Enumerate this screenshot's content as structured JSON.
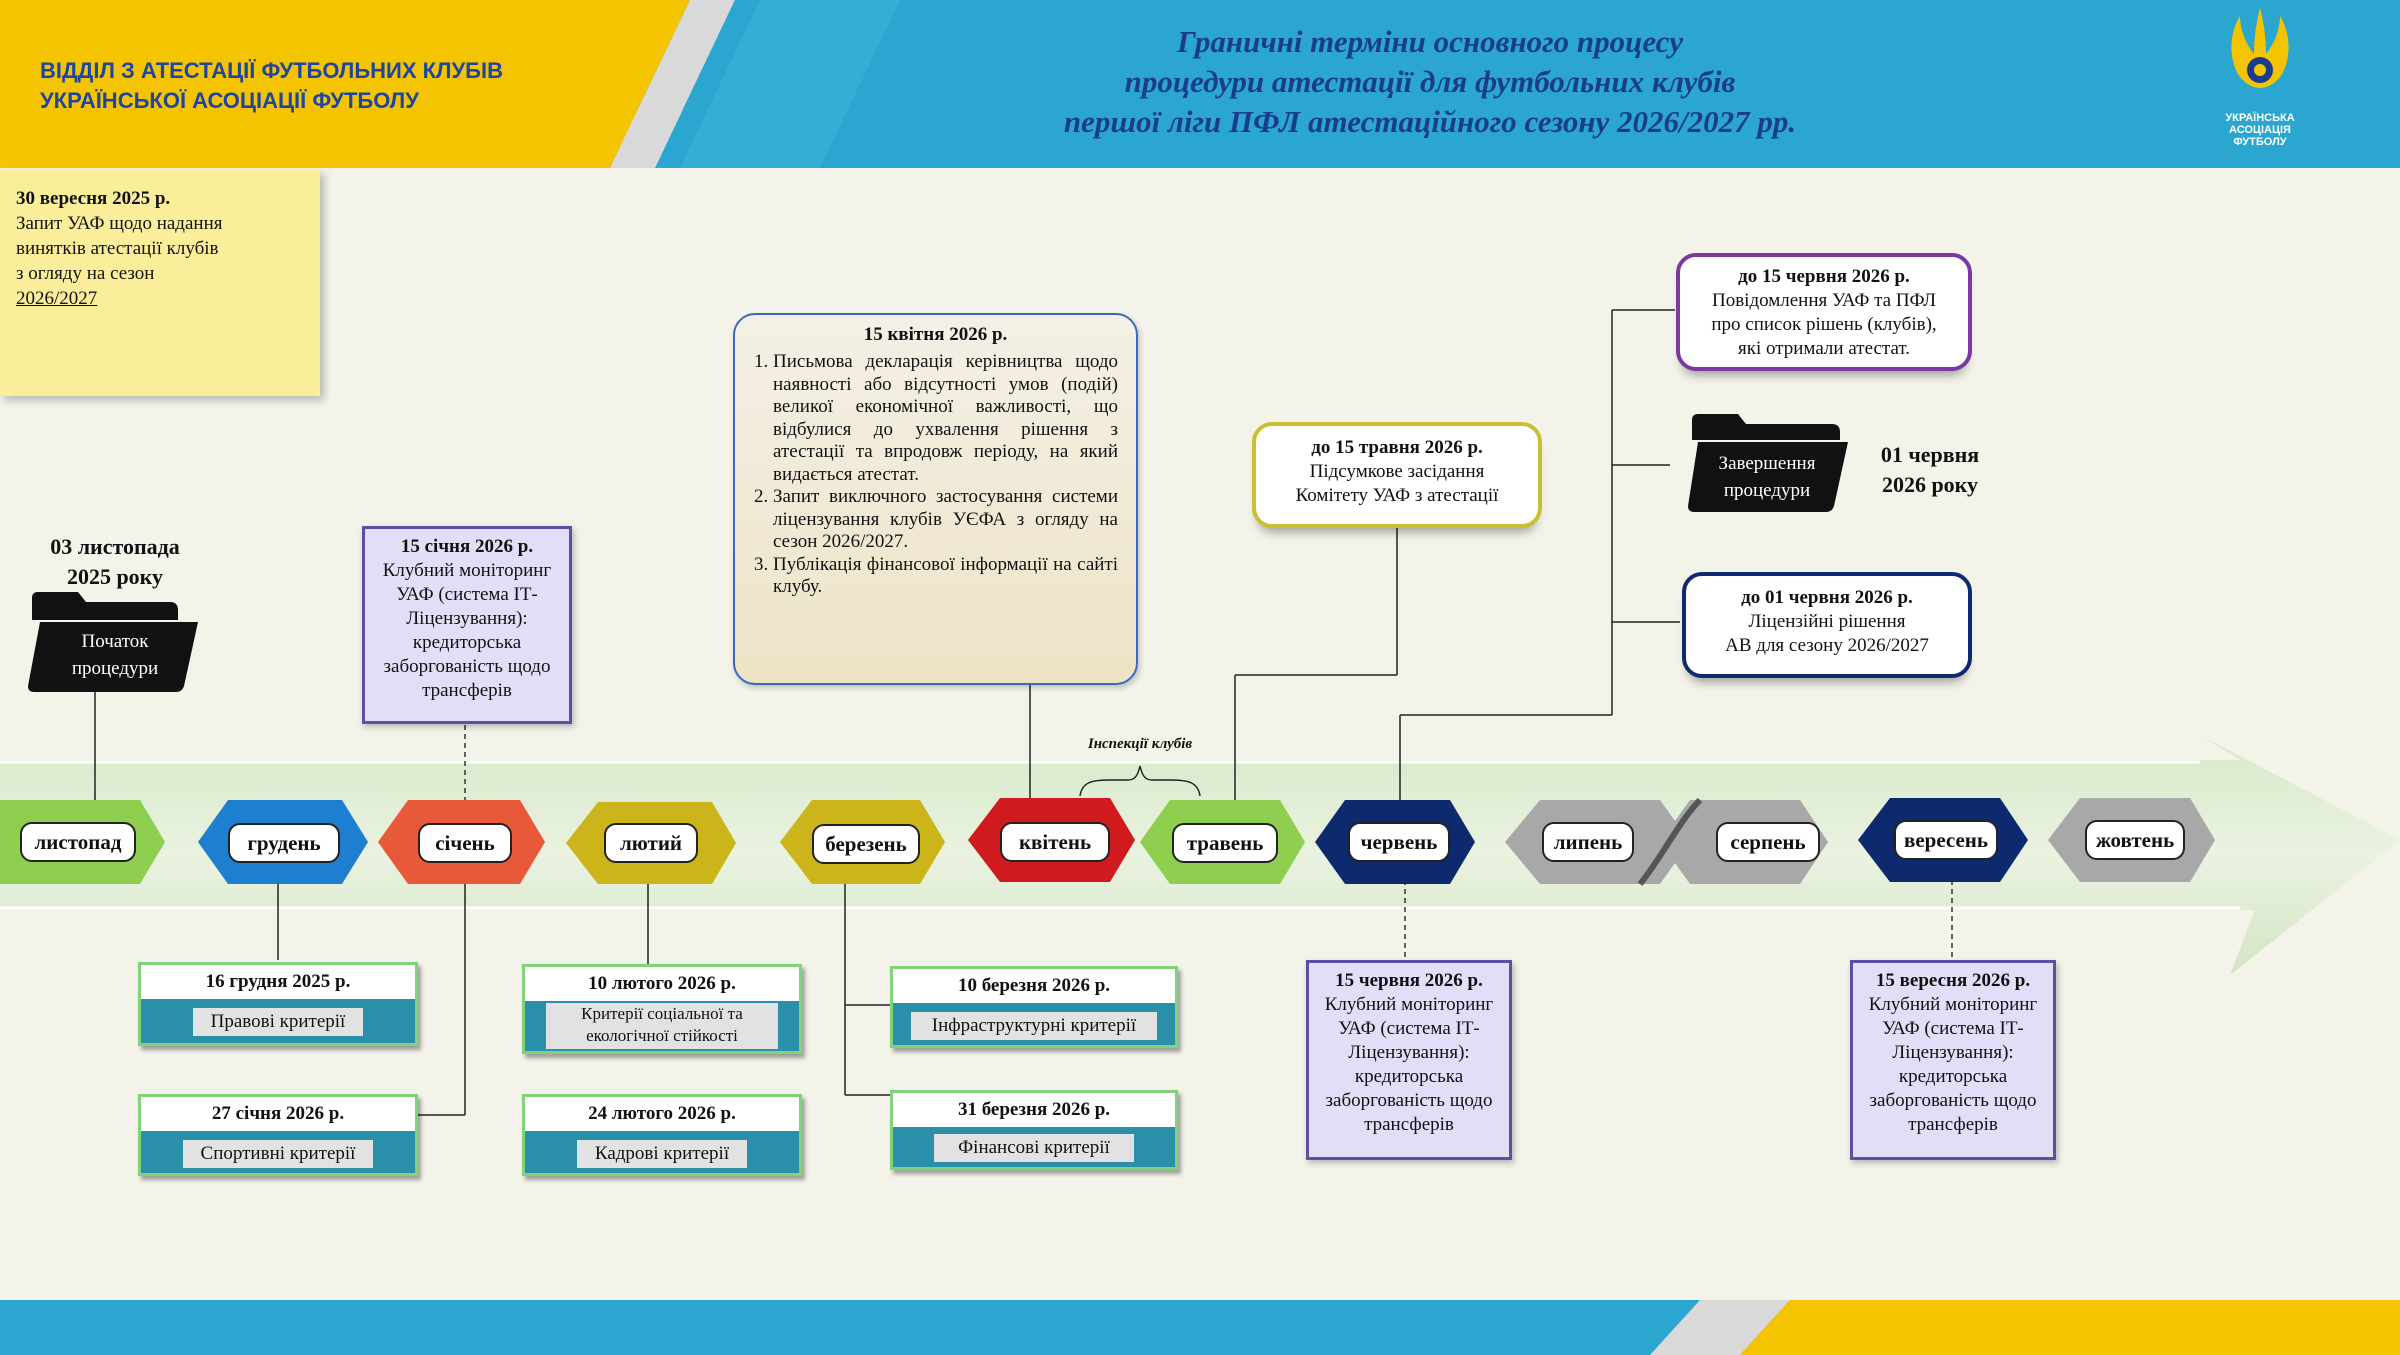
{
  "header": {
    "org_line1": "ВІДДІЛ З АТЕСТАЦІЇ ФУТБОЛЬНИХ КЛУБІВ",
    "org_line2": "УКРАЇНСЬКОЇ АСОЦІАЦІЇ ФУТБОЛУ",
    "title_line1": "Граничні терміни основного процесу",
    "title_line2": "процедури атестації для футбольних клубів",
    "title_line3": "першої ліги ПФЛ атестаційного сезону 2026/2027 рр.",
    "logo_line1": "УКРАЇНСЬКА",
    "logo_line2": "АСОЦІАЦІЯ",
    "logo_line3": "ФУТБОЛУ"
  },
  "colors": {
    "header_blue": "#2aa6d0",
    "header_yellow": "#f5c400",
    "timeline_green": "#8fcf4f",
    "navy": "#0e2a6e",
    "lavender": "#e2def8",
    "teal": "#2a8fa8"
  },
  "note": {
    "date": "30 вересня 2025 р.",
    "line1": "Запит УАФ щодо надання",
    "line2": "винятків атестації клубів",
    "line3": "з огляду на сезон",
    "line4": "2026/2027"
  },
  "start": {
    "date_line1": "03 листопада",
    "date_line2": "2025 року",
    "folder_line1": "Початок",
    "folder_line2": "процедури"
  },
  "finish": {
    "folder_line1": "Завершення",
    "folder_line2": "процедури",
    "date_line1": "01 червня",
    "date_line2": "2026 року"
  },
  "months": [
    "листопад",
    "грудень",
    "січень",
    "лютий",
    "березень",
    "квітень",
    "травень",
    "червень",
    "липень",
    "серпень",
    "вересень",
    "жовтень"
  ],
  "inspection_label": "Інспекції  клубів",
  "monitoring_jan": {
    "date": "15 січня 2026 р.",
    "line1": "Клубний моніторинг",
    "line2": "УАФ (система ІТ-",
    "line3": "Ліцензування):",
    "line4": "кредиторська",
    "line5": "заборгованість щодо",
    "line6": "трансферів"
  },
  "monitoring_jun": {
    "date": "15 червня 2026 р.",
    "line1": "Клубний моніторинг",
    "line2": "УАФ (система ІТ-",
    "line3": "Ліцензування):",
    "line4": "кредиторська",
    "line5": "заборгованість щодо",
    "line6": "трансферів"
  },
  "monitoring_sep": {
    "date": "15 вересня 2026 р.",
    "line1": "Клубний моніторинг",
    "line2": "УАФ (система ІТ-",
    "line3": "Ліцензування):",
    "line4": "кредиторська",
    "line5": "заборгованість щодо",
    "line6": "трансферів"
  },
  "declaration": {
    "date": "15 квітня 2026 р.",
    "items": [
      "Письмова декларація керівництва щодо наявності або відсутності умов (подій) великої економічної важливості, що відбулися до ухвалення рішення з атестації та впродовж періоду, на який видається атестат.",
      "Запит виключного застосування системи ліцензування клубів УЄФА з огляду на сезон 2026/2027.",
      "Публікація фінансової інформації на сайті клубу."
    ]
  },
  "committee": {
    "date": "до 15 травня 2026 р.",
    "line1": "Підсумкове засідання",
    "line2": "Комітету УАФ з атестації"
  },
  "notification": {
    "date": "до 15 червня 2026 р.",
    "line1": "Повідомлення УАФ та ПФЛ",
    "line2": "про список рішень (клубів),",
    "line3": "які отримали атестат."
  },
  "licensing": {
    "date": "до 01 червня 2026 р.",
    "line1": "Ліцензійні рішення",
    "line2": "АВ для сезону 2026/2027"
  },
  "criteria": [
    {
      "date": "16 грудня 2025 р.",
      "label": "Правові критерії"
    },
    {
      "date": "27 січня 2026 р.",
      "label": "Спортивні критерії"
    },
    {
      "date": "10 лютого 2026 р.",
      "label": "Критерії соціальної  та екологічної стійкості"
    },
    {
      "date": "24 лютого 2026 р.",
      "label": "Кадрові критерії"
    },
    {
      "date": "10 березня 2026 р.",
      "label": "Інфраструктурні критерії"
    },
    {
      "date": "31 березня 2026 р.",
      "label": "Фінансові критерії"
    }
  ]
}
